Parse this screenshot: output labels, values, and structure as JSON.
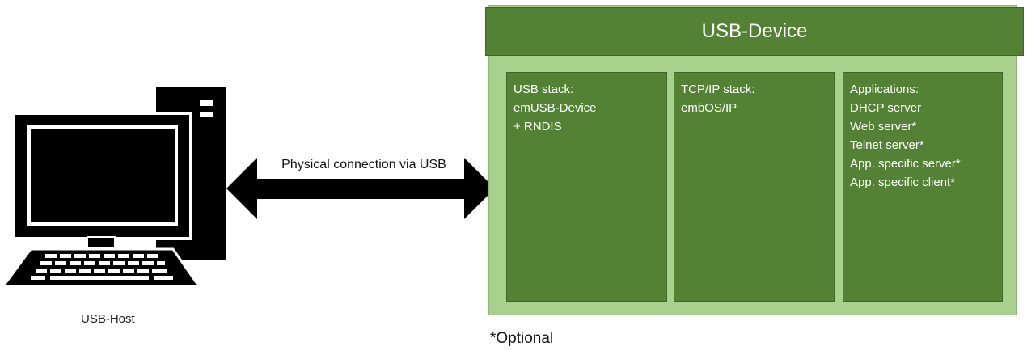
{
  "host": {
    "label": "USB-Host",
    "icon": "desktop-computer-icon"
  },
  "connection": {
    "label": "Physical connection via USB"
  },
  "device": {
    "title": "USB-Device",
    "columns": [
      {
        "lines": [
          "USB stack:",
          "emUSB-Device",
          "+ RNDIS"
        ]
      },
      {
        "lines": [
          "TCP/IP stack:",
          "embOS/IP"
        ]
      },
      {
        "lines": [
          "Applications:",
          "DHCP server",
          "Web server*",
          "Telnet server*",
          "App. specific server*",
          "App. specific client*"
        ]
      }
    ]
  },
  "footnote": "*Optional",
  "colors": {
    "outer": "#a9d18e",
    "inner": "#548235",
    "icon": "#000000"
  }
}
